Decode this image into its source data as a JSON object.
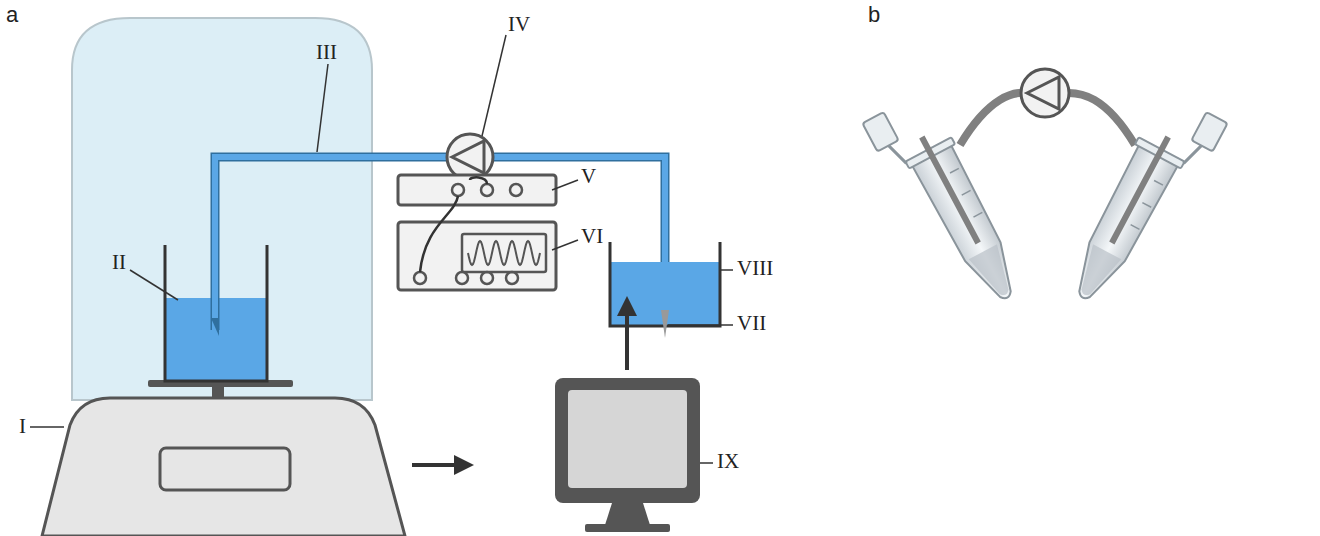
{
  "diagram": {
    "labels": [
      "a",
      "b",
      "III",
      "IV",
      "V",
      "II",
      "VI",
      "VIII",
      "VII",
      "I",
      "IX"
    ]
  }
}
